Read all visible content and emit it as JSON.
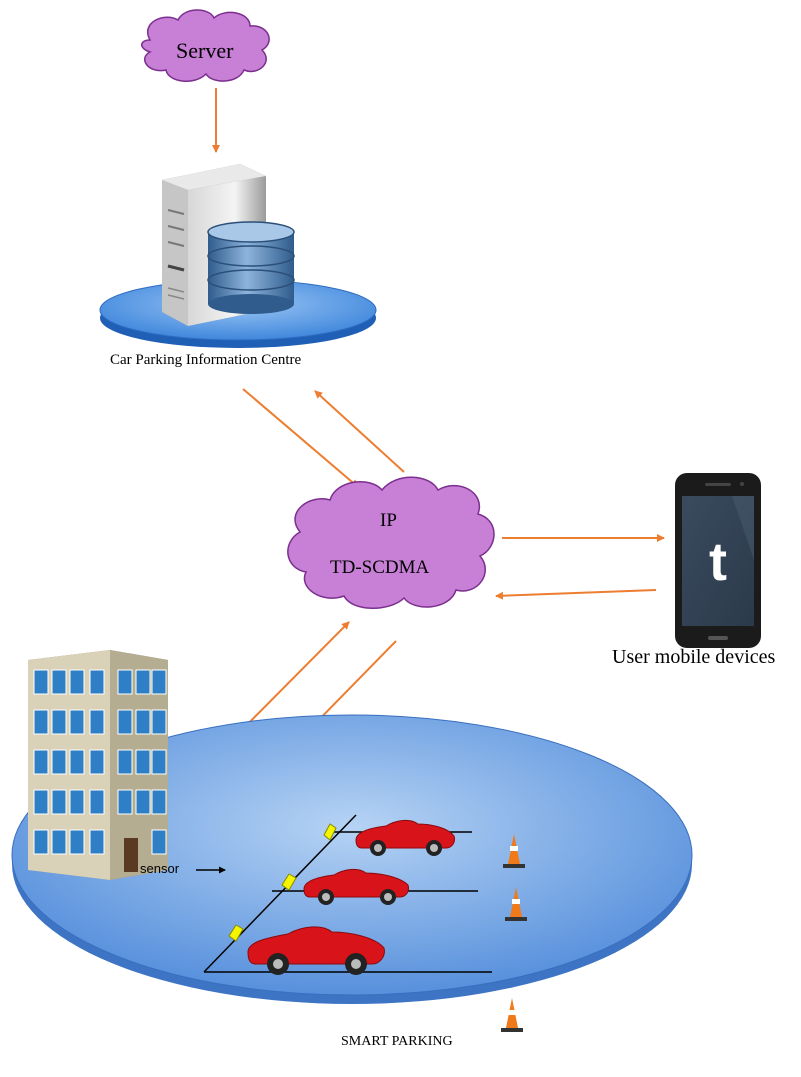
{
  "labels": {
    "server": "Server",
    "info_centre": "Car Parking Information Centre",
    "network_ip": "IP",
    "network_protocol": "TD-SCDMA",
    "mobile": "User mobile devices",
    "sensor": "sensor",
    "title": "SMART PARKING"
  },
  "phone": {
    "app_glyph": "t"
  },
  "colors": {
    "arrow": "#ed7d31",
    "cloud": "#c87fd6",
    "cloud_stroke": "#7b2f8e",
    "platform": "#4f8fe0",
    "car": "#d8141a",
    "sensor": "#f5f500"
  }
}
